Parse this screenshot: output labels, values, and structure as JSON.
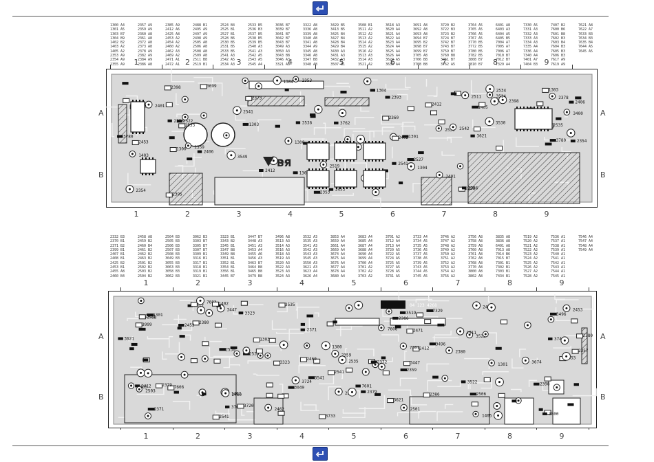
{
  "nav": {
    "back_icon": "back-arrow-icon"
  },
  "top_refs": [
    [
      "1300 A4",
      "1301 A5",
      "1303 B7",
      "1304 B9",
      "1402 B2",
      "1403 A2",
      "1405 A2",
      "2353 A9",
      "2354 A9",
      "2355 A9"
    ],
    [
      "2357 A9",
      "2359 A9",
      "2360 A8",
      "2361 A8",
      "2372 A8",
      "2373 A8",
      "2378 A9",
      "2382 A9",
      "2384 A9",
      "2386 A8"
    ],
    [
      "2385 A9",
      "2412 A6",
      "2425 A8",
      "2453 A2",
      "2454 A2",
      "2460 A2",
      "2462 A3",
      "2469 A2",
      "2471 A1",
      "2472 A1"
    ],
    [
      "2488 B1",
      "2495 A9",
      "2497 A9",
      "2498 A9",
      "2505 A8",
      "2506 A8",
      "2508 A8",
      "2509 A8",
      "2511 B8",
      "2519 B1"
    ],
    [
      "2524 B4",
      "2525 B1",
      "2527 B1",
      "2528 B6",
      "2530 B5",
      "2531 B5",
      "2533 B5",
      "2541 A3",
      "2542 A5",
      "2534 A3"
    ],
    [
      "2533 B5",
      "2536 B3",
      "2537 B5",
      "2538 B5",
      "2539 B5",
      "2540 A3",
      "2541 A3",
      "2542 A5",
      "2543 A5",
      "2545 A4"
    ],
    [
      "3036 B7",
      "3039 B7",
      "3041 B7",
      "3042 B7",
      "3043 B7",
      "3049 A3",
      "3050 A3",
      "3043 B8",
      "3046 A3",
      "3321 A8"
    ],
    [
      "3322 A8",
      "3336 A8",
      "3339 A8",
      "3340 A8",
      "3341 A8",
      "3344 A9",
      "3345 A8",
      "3346 A8",
      "3347 B8",
      "3348 A8"
    ],
    [
      "3429 B5",
      "3413 B5",
      "3425 B4",
      "3427 B4",
      "3428 B4",
      "3429 B4",
      "3430 A3",
      "3431 A3",
      "3432 A3",
      "3507 B1"
    ],
    [
      "3508 B1",
      "3511 A2",
      "3512 A2",
      "3513 A2",
      "3514 A2",
      "3515 A2",
      "3516 A2",
      "3513 A3",
      "3514 A3",
      "3521 A2"
    ],
    [
      "3618 A3",
      "3620 A4",
      "3621 A4",
      "3622 A4",
      "3623 A4",
      "3624 A4",
      "3625 A4",
      "3626 A4",
      "3629 A5",
      "3630 A4"
    ],
    [
      "3691 A8",
      "3692 A8",
      "3693 A8",
      "3694 B7",
      "3695 B2",
      "3698 B7",
      "3699 B7",
      "3705 A8",
      "3706 B8",
      "3708 B8"
    ],
    [
      "3720 B2",
      "3722 B3",
      "3723 B2",
      "3724 B7",
      "3742 B7",
      "3743 B7",
      "3759 B7",
      "3760 B8",
      "3761 B7",
      "3762 A5"
    ],
    [
      "3764 A5",
      "3765 A5",
      "3766 A5",
      "3767 A5",
      "3770 B5",
      "3772 B5",
      "3780 B5",
      "3782 B5",
      "3808 B7",
      "3810 B7"
    ],
    [
      "6401 A8",
      "6403 A3",
      "6404 A5",
      "6405 B5",
      "7004 A7",
      "7005 A7",
      "7006 A7",
      "7010 B7",
      "7012 B7",
      "7329 A4"
    ],
    [
      "7330 A5",
      "7331 A3",
      "7332 A3",
      "7333 A3",
      "7334 A3",
      "7335 A4",
      "7336 A4",
      "7340 A4",
      "7401 A7",
      "7404 B3"
    ],
    [
      "7407 B2",
      "7600 B6",
      "7601 B8",
      "7602 B3",
      "7603 B4",
      "7604 B3",
      "7605 B3",
      "7606 B3",
      "7617 A9",
      "7619 A9"
    ],
    [
      "7621 A8",
      "7622 A7",
      "7633 B3",
      "7634 B3",
      "7635 B4",
      "7644 A5",
      "7645 A5"
    ]
  ],
  "bottom_refs": [
    [
      "2332 B3",
      "2370 B1",
      "2371 B2",
      "2399 B1",
      "2407 B1",
      "2408 B1",
      "2425 B2",
      "2453 B1",
      "2455 A8",
      "2460 B4"
    ],
    [
      "2458 A8",
      "2459 B2",
      "2460 B4",
      "2461 B2",
      "2462 B2",
      "2463 B2",
      "2501 B2",
      "2502 B2",
      "2503 B2",
      "2504 B2"
    ],
    [
      "2504 B3",
      "2505 B3",
      "2506 B3",
      "2507 B3",
      "2508 B3",
      "3049 B3",
      "3055 B3",
      "3063 B3",
      "3058 B3",
      "3062 B3"
    ],
    [
      "3062 B3",
      "3303 B7",
      "3305 B7",
      "3307 B7",
      "3309 B1",
      "3316 B1",
      "3317 B1",
      "3318 B1",
      "3319 B1",
      "3321 B1"
    ],
    [
      "3323 B1",
      "3343 B2",
      "3345 B1",
      "3347 B8",
      "3349 B8",
      "3351 B1",
      "3352 B1",
      "3354 B1",
      "3356 B1",
      "3445 B7"
    ],
    [
      "3447 B7",
      "3448 A3",
      "3451 A3",
      "3453 A4",
      "3455 A6",
      "3456 A3",
      "3463 B7",
      "3464 B8",
      "3465 B8",
      "3479 B8"
    ],
    [
      "3496 A8",
      "3513 A3",
      "3514 A3",
      "3516 A3",
      "3518 A3",
      "3519 A3",
      "3520 A3",
      "3522 A3",
      "3523 A3",
      "3524 A3"
    ],
    [
      "3532 A3",
      "3535 A3",
      "3541 A3",
      "3542 A3",
      "3543 A3",
      "3545 A3",
      "3550 A3",
      "3621 A3",
      "3623 A4",
      "3626 A4"
    ],
    [
      "3853 A4",
      "3659 A4",
      "3661 A4",
      "3669 A4",
      "3674 A4",
      "3675 A4",
      "3676 A4",
      "3677 A4",
      "3678 A4",
      "3680 A4"
    ],
    [
      "3683 A4",
      "3685 A4",
      "3687 A4",
      "3688 A4",
      "3690 A4",
      "3699 A4",
      "3700 A4",
      "3701 A2",
      "3702 A2",
      "3703 A2"
    ],
    [
      "3701 A2",
      "3712 A4",
      "3713 A4",
      "3720 A5",
      "3722 A5",
      "3724 A5",
      "3725 A5",
      "3727 A5",
      "3728 A5",
      "3731 A5"
    ],
    [
      "3733 A4",
      "3734 A5",
      "3735 A5",
      "3736 A5",
      "3737 A5",
      "3738 A5",
      "3739 A5",
      "3743 A5",
      "3744 A5",
      "3745 A5"
    ],
    [
      "3746 A2",
      "3747 A2",
      "3748 A2",
      "3749 A2",
      "3750 A2",
      "3751 A2",
      "3752 A2",
      "3753 A2",
      "3754 A2",
      "3756 A2"
    ],
    [
      "3756 A8",
      "3758 A8",
      "3759 A8",
      "3760 A8",
      "3761 A8",
      "3762 A8",
      "3768 A8",
      "3770 A8",
      "3800 A8",
      "3802 A8"
    ],
    [
      "3835 A8",
      "3836 A8",
      "6401 A8",
      "7013 A8",
      "7014 B6",
      "7015 B7",
      "7301 B1",
      "7302 B1",
      "7303 B1",
      "7434 B1"
    ],
    [
      "7519 A2",
      "7520 A2",
      "7521 A2",
      "7522 A2",
      "7523 A2",
      "7524 A2",
      "7525 A2",
      "7526 A2",
      "7527 A2",
      "7528 A2"
    ],
    [
      "7536 A1",
      "7537 A1",
      "7538 A1",
      "7539 A1",
      "7540 A1",
      "7541 A1",
      "7542 A1",
      "7543 A1",
      "7544 A1",
      "7545 A1"
    ],
    [
      "7546 A4",
      "7547 A4",
      "7548 A4",
      "7549 A4"
    ]
  ],
  "top_board": {
    "columns": [
      "1",
      "2",
      "3",
      "4",
      "5",
      "6",
      "7",
      "8",
      "9"
    ],
    "rows": [
      "A",
      "B"
    ],
    "labels": [
      "1300",
      "1301",
      "1303",
      "1304",
      "1402",
      "1403",
      "1405",
      "2453",
      "2454",
      "2406",
      "2401",
      "2402",
      "2412",
      "2360",
      "2373",
      "2353",
      "2354",
      "2355",
      "2356",
      "2357",
      "2359",
      "2362",
      "2363",
      "2386",
      "2384",
      "2395",
      "2398",
      "2378",
      "2393",
      "2401",
      "2519",
      "2511",
      "2525",
      "2527",
      "2530",
      "2533",
      "2534",
      "2535",
      "2538",
      "2540",
      "2541",
      "2542",
      "2544",
      "3400",
      "3522",
      "3535",
      "3530",
      "3536",
      "3549",
      "3514",
      "3621",
      "3699",
      "3762",
      "3764",
      "3770",
      "3780",
      "4100",
      "1300",
      "1301"
    ],
    "logo": "BЯ"
  },
  "bottom_board": {
    "columns": [
      "1",
      "2",
      "3",
      "4",
      "5",
      "6",
      "7",
      "8",
      "9"
    ],
    "rows": [
      "A",
      "B"
    ],
    "labels": [
      "1300",
      "1301",
      "1303",
      "1304",
      "1402",
      "1403",
      "1405",
      "2353",
      "2357",
      "2359",
      "2363",
      "2371",
      "2372",
      "2378",
      "2379",
      "2380",
      "2386",
      "2398",
      "2408",
      "2412",
      "2425",
      "2453",
      "2460",
      "2462",
      "2471",
      "2501",
      "2503",
      "2506",
      "2509",
      "2511",
      "2514",
      "2530",
      "2535",
      "2538",
      "2541",
      "2544",
      "3049",
      "3321",
      "3323",
      "3447",
      "3496",
      "3514",
      "3519",
      "3522",
      "3535",
      "3541",
      "3621",
      "3674",
      "3700",
      "3701",
      "3703",
      "3720",
      "3724",
      "3733",
      "3745",
      "3800",
      "3999",
      "6400",
      "6403",
      "7002",
      "7301",
      "7329",
      "7601",
      "7603",
      "7606",
      "7611",
      "7617"
    ],
    "header_tag": "04 123 4268"
  }
}
